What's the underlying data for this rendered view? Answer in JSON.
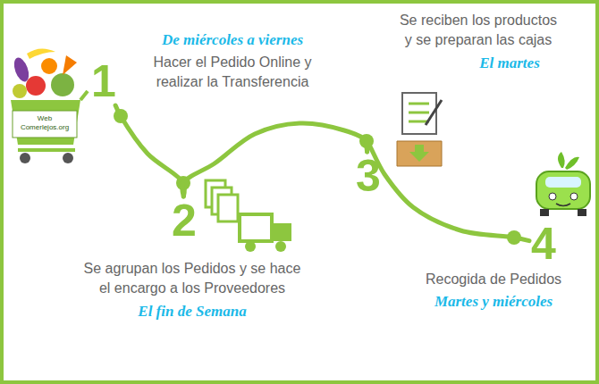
{
  "diagram": {
    "nodes": [
      {
        "text": [
          "1"
        ]
      },
      {
        "text": [
          "2"
        ]
      },
      {
        "text": [
          "3"
        ]
      },
      {
        "text": [
          "4"
        ]
      }
    ],
    "edges": [
      {
        "from": 0,
        "to": 1,
        "arrow": "none"
      },
      {
        "from": 1,
        "to": 2,
        "arrow": "none"
      },
      {
        "from": 2,
        "to": 3,
        "arrow": "none"
      }
    ],
    "labels": [
      "De miércoles a viernes",
      "Hacer el Pedido Online y realizar la Transferencia",
      "Web Comerlejos.org",
      "Se agrupan los Pedidos y se hace el encargo a los Proveedores",
      "El fin de Semana",
      "Se reciben los productos y se preparan las cajas",
      "El martes",
      "Recogida de Pedidos",
      "Martes y miércoles"
    ]
  }
}
